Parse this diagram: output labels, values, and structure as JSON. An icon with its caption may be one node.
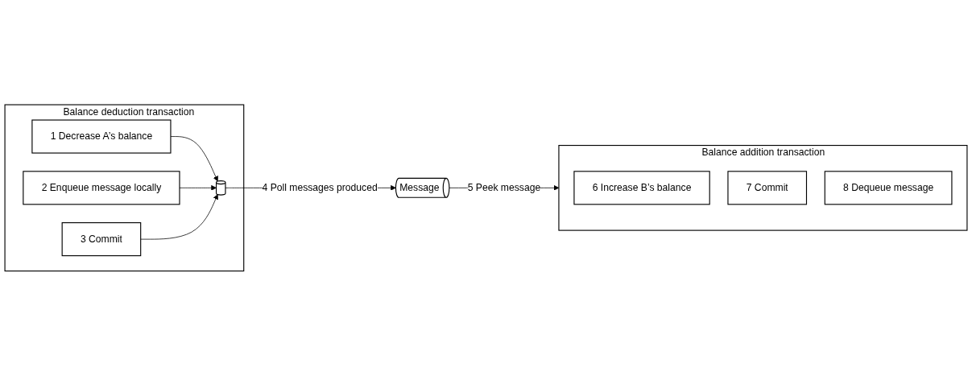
{
  "diagram": {
    "nodes": [
      {
        "text": [
          "Balance deduction transaction"
        ]
      },
      {
        "text": [
          "1 Decrease A’s balance"
        ],
        "in": 0
      },
      {
        "text": [
          "2 Enqueue message locally"
        ],
        "in": 0
      },
      {
        "text": [
          "3 Commit"
        ],
        "in": 0
      },
      {
        "text": [],
        "shape": "cylinder",
        "in": 0
      },
      {
        "text": [
          "Message"
        ]
      },
      {
        "text": [
          "Balance addition transaction"
        ]
      },
      {
        "text": [
          "6 Increase B’s balance"
        ],
        "in": 6
      },
      {
        "text": [
          "7 Commit"
        ],
        "in": 6
      },
      {
        "text": [
          "8 Dequeue message"
        ],
        "in": 6
      }
    ],
    "edges": [
      {
        "from": 1,
        "to": 4,
        "arrow": "to"
      },
      {
        "from": 2,
        "to": 4,
        "arrow": "to"
      },
      {
        "from": 3,
        "to": 4,
        "arrow": "to"
      },
      {
        "from": 4,
        "to": 5,
        "arrow": "to",
        "label": "4 Poll messages produced"
      },
      {
        "from": 5,
        "to": 6,
        "arrow": "to",
        "label": "5 Peek message"
      }
    ]
  }
}
